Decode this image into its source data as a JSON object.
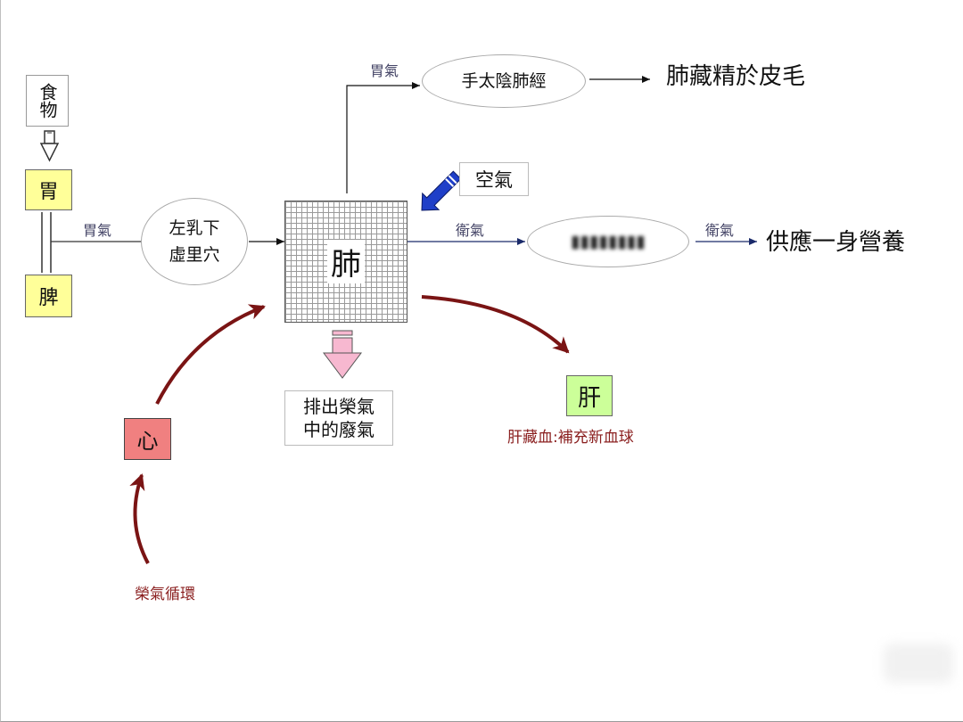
{
  "food": "食物",
  "stomach": "胃",
  "spleen": "脾",
  "stomach_qi_left": "胃氣",
  "point_line1": "左乳下",
  "point_line2": "虛里穴",
  "lung": "肺",
  "stomach_qi_top": "胃氣",
  "meridian": "手太陰肺經",
  "lung_store": "肺藏精於皮毛",
  "air": "空氣",
  "wei_qi_1": "衛氣",
  "blurred_ellipse": "▮▮▮▮▮▮▮▮",
  "wei_qi_2": "衛氣",
  "nourish": "供應一身營養",
  "exhaust_line1": "排出榮氣",
  "exhaust_line2": "中的廢氣",
  "liver": "肝",
  "liver_note": "肝藏血:補充新血球",
  "heart": "心",
  "circulation": "榮氣循環",
  "colors": {
    "stomach_box": "#ffff99",
    "liver_box": "#ccff99",
    "heart_box": "#f08080",
    "dark_red_arrow": "#7a1414",
    "air_arrow": "#1f3fc8",
    "exhaust_arrow": "#f7b8d0"
  }
}
